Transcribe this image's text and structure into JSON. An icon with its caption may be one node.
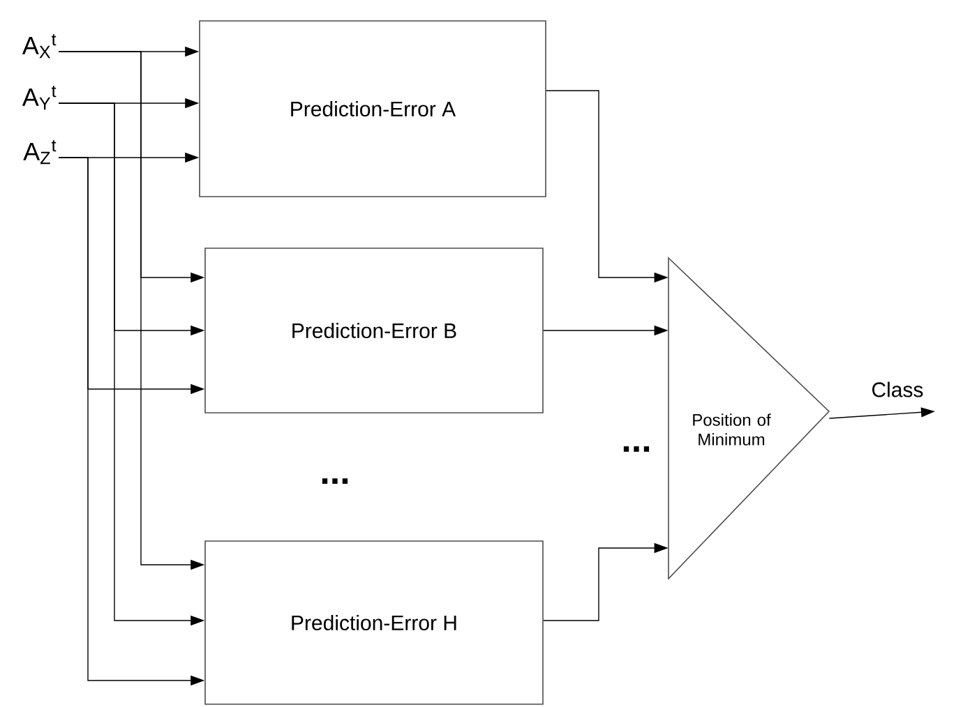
{
  "diagram": {
    "nodes": [
      {
        "text": [
          "A$_{X}$$^{t}$"
        ]
      },
      {
        "text": [
          "A$_{Y}$$^{t}$"
        ]
      },
      {
        "text": [
          "A$_{Z}$$^{t}$"
        ]
      },
      {
        "text": [
          "Prediction-Error A"
        ]
      },
      {
        "text": [
          "Prediction-Error B"
        ]
      },
      {
        "text": [
          "Prediction-Error H"
        ]
      },
      {
        "text": [
          "Position of Minimum"
        ]
      }
    ],
    "edges": [
      {
        "from": 0,
        "to": 3,
        "arrow": "to"
      },
      {
        "from": 1,
        "to": 3,
        "arrow": "to"
      },
      {
        "from": 2,
        "to": 3,
        "arrow": "to"
      },
      {
        "from": 0,
        "to": 4,
        "arrow": "to"
      },
      {
        "from": 1,
        "to": 4,
        "arrow": "to"
      },
      {
        "from": 2,
        "to": 4,
        "arrow": "to"
      },
      {
        "from": 0,
        "to": 5,
        "arrow": "to"
      },
      {
        "from": 1,
        "to": 5,
        "arrow": "to"
      },
      {
        "from": 2,
        "to": 5,
        "arrow": "to"
      },
      {
        "from": 3,
        "to": 6,
        "arrow": "to"
      },
      {
        "from": 4,
        "to": 6,
        "arrow": "to"
      },
      {
        "from": 5,
        "to": 6,
        "arrow": "to"
      },
      {
        "from": 6,
        "to": null,
        "arrow": "to",
        "label": "Class"
      }
    ],
    "labels": [
      "...",
      "..."
    ]
  }
}
